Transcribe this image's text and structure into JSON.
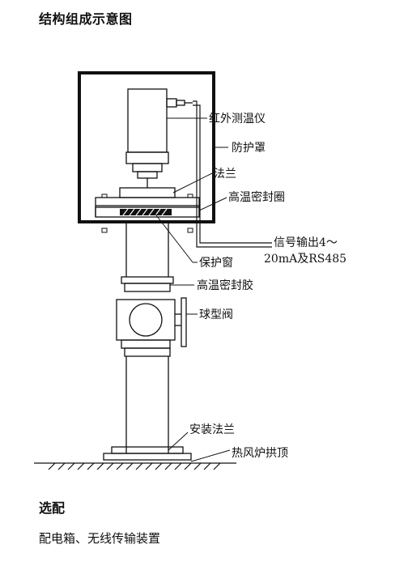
{
  "title": "结构组成示意图",
  "labels": {
    "ir_thermometer": "红外测温仪",
    "shield": "防护罩",
    "flange": "法兰",
    "seal_ring": "高温密封圈",
    "output_line1": "信号输出4～",
    "output_line2": "20mA及RS485",
    "protect_window": "保护窗",
    "seal_glue": "高温密封胶",
    "ball_valve": "球型阀",
    "mount_flange": "安装法兰",
    "stove_top": "热风炉拱顶"
  },
  "options": {
    "heading": "选配",
    "text": "配电箱、无线传输装置"
  }
}
